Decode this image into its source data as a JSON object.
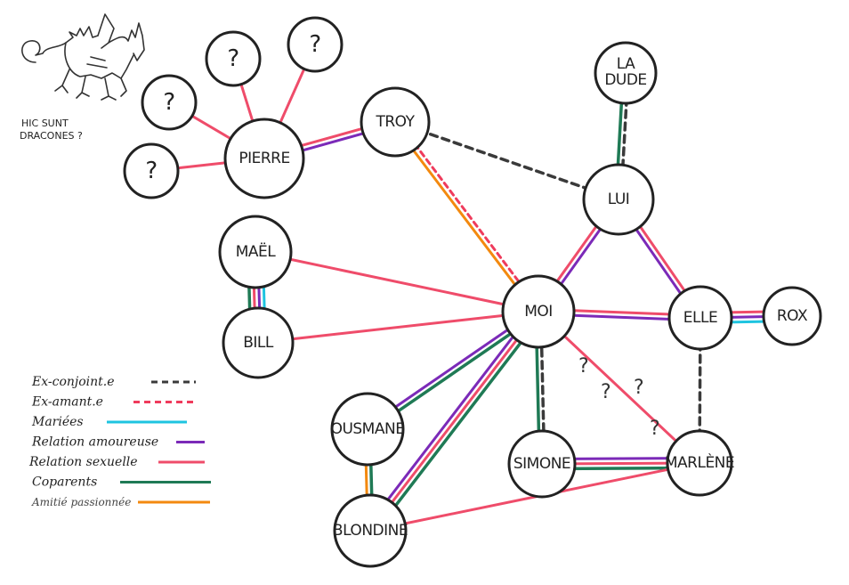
{
  "colors": {
    "ex_conjoint": "#3a3a3a",
    "ex_amant": "#ef3b5c",
    "mariees": "#1ec4e0",
    "amoureuse": "#7b2ab8",
    "sexuelle": "#ef4c6a",
    "coparents": "#1f7a55",
    "amitie": "#f3890f"
  },
  "caption": {
    "line1": "HIC SUNT",
    "line2": "DRACONES ?"
  },
  "legend": [
    {
      "key": "ex_conjoint",
      "label": "Ex-conjoint.e",
      "dashed": true
    },
    {
      "key": "ex_amant",
      "label": "Ex-amant.e",
      "dashed": true
    },
    {
      "key": "mariees",
      "label": "Mariées",
      "dashed": false
    },
    {
      "key": "amoureuse",
      "label": "Relation amoureuse",
      "dashed": false
    },
    {
      "key": "sexuelle",
      "label": "Relation sexuelle",
      "dashed": false
    },
    {
      "key": "coparents",
      "label": "Coparents",
      "dashed": false
    },
    {
      "key": "amitie",
      "label": "Amitié passionnée",
      "dashed": false
    }
  ],
  "nodes": [
    {
      "id": "q1",
      "label": "?"
    },
    {
      "id": "q2",
      "label": "?"
    },
    {
      "id": "q3",
      "label": "?"
    },
    {
      "id": "q4",
      "label": "?"
    },
    {
      "id": "pierre",
      "label": "PIERRE"
    },
    {
      "id": "troy",
      "label": "TROY"
    },
    {
      "id": "ladude",
      "label": "LA DUDE"
    },
    {
      "id": "lui",
      "label": "LUI"
    },
    {
      "id": "mael",
      "label": "MAËL"
    },
    {
      "id": "bill",
      "label": "BILL"
    },
    {
      "id": "moi",
      "label": "MOI"
    },
    {
      "id": "elle",
      "label": "ELLE"
    },
    {
      "id": "rox",
      "label": "ROX"
    },
    {
      "id": "ousmane",
      "label": "OUSMANE"
    },
    {
      "id": "simone",
      "label": "SIMONE"
    },
    {
      "id": "marlene",
      "label": "MARLÈNE"
    },
    {
      "id": "blondine",
      "label": "BLONDINE"
    }
  ],
  "edges": [
    {
      "from": "pierre",
      "to": "q1",
      "types": [
        "sexuelle"
      ]
    },
    {
      "from": "pierre",
      "to": "q2",
      "types": [
        "sexuelle"
      ]
    },
    {
      "from": "pierre",
      "to": "q3",
      "types": [
        "sexuelle"
      ]
    },
    {
      "from": "pierre",
      "to": "q4",
      "types": [
        "sexuelle"
      ]
    },
    {
      "from": "pierre",
      "to": "troy",
      "types": [
        "sexuelle",
        "amoureuse"
      ]
    },
    {
      "from": "troy",
      "to": "lui",
      "types": [
        "ex_conjoint"
      ]
    },
    {
      "from": "troy",
      "to": "moi",
      "types": [
        "ex_amant",
        "amitie"
      ]
    },
    {
      "from": "ladude",
      "to": "lui",
      "types": [
        "ex_conjoint",
        "coparents"
      ]
    },
    {
      "from": "lui",
      "to": "moi",
      "types": [
        "amoureuse",
        "sexuelle"
      ]
    },
    {
      "from": "lui",
      "to": "elle",
      "types": [
        "sexuelle",
        "amoureuse"
      ]
    },
    {
      "from": "mael",
      "to": "bill",
      "types": [
        "mariees",
        "amoureuse",
        "sexuelle",
        "coparents"
      ]
    },
    {
      "from": "mael",
      "to": "moi",
      "types": [
        "sexuelle"
      ]
    },
    {
      "from": "bill",
      "to": "moi",
      "types": [
        "sexuelle"
      ]
    },
    {
      "from": "moi",
      "to": "elle",
      "types": [
        "sexuelle",
        "amoureuse"
      ]
    },
    {
      "from": "elle",
      "to": "rox",
      "types": [
        "sexuelle",
        "amoureuse",
        "mariees"
      ]
    },
    {
      "from": "elle",
      "to": "marlene",
      "types": [
        "ex_conjoint"
      ]
    },
    {
      "from": "moi",
      "to": "ousmane",
      "types": [
        "coparents",
        "amoureuse"
      ]
    },
    {
      "from": "moi",
      "to": "blondine",
      "types": [
        "coparents",
        "sexuelle",
        "amoureuse"
      ]
    },
    {
      "from": "moi",
      "to": "simone",
      "types": [
        "ex_conjoint",
        "coparents"
      ]
    },
    {
      "from": "moi",
      "to": "marlene",
      "types": [
        "sexuelle"
      ]
    },
    {
      "from": "ousmane",
      "to": "blondine",
      "types": [
        "coparents",
        "amitie"
      ]
    },
    {
      "from": "simone",
      "to": "marlene",
      "types": [
        "amoureuse",
        "sexuelle",
        "coparents"
      ]
    },
    {
      "from": "blondine",
      "to": "marlene",
      "types": [
        "sexuelle"
      ]
    }
  ],
  "uncertain_marks": [
    "?",
    "?",
    "?",
    "?"
  ]
}
